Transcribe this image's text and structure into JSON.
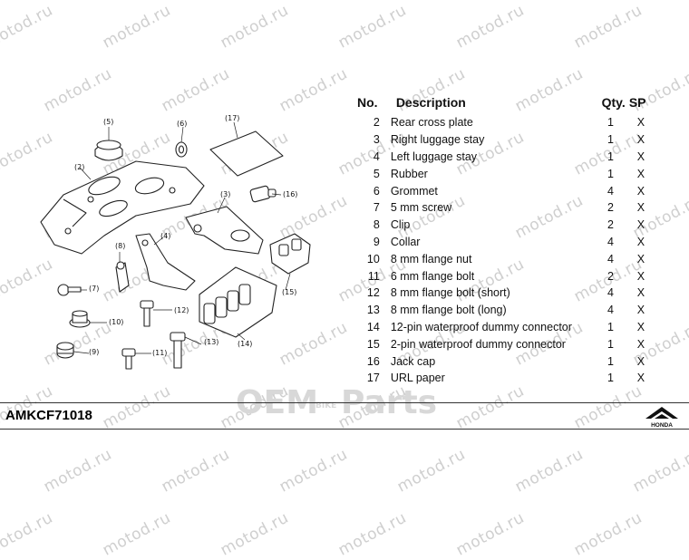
{
  "watermark_text": "motod.ru",
  "table": {
    "headers": {
      "no": "No.",
      "description": "Description",
      "qty": "Qty.",
      "sp": "SP"
    },
    "rows": [
      {
        "no": "2",
        "description": "Rear cross plate",
        "qty": "1",
        "sp": "X"
      },
      {
        "no": "3",
        "description": "Right luggage stay",
        "qty": "1",
        "sp": "X"
      },
      {
        "no": "4",
        "description": "Left luggage stay",
        "qty": "1",
        "sp": "X"
      },
      {
        "no": "5",
        "description": "Rubber",
        "qty": "1",
        "sp": "X"
      },
      {
        "no": "6",
        "description": "Grommet",
        "qty": "4",
        "sp": "X"
      },
      {
        "no": "7",
        "description": "5 mm screw",
        "qty": "2",
        "sp": "X"
      },
      {
        "no": "8",
        "description": "Clip",
        "qty": "2",
        "sp": "X"
      },
      {
        "no": "9",
        "description": "Collar",
        "qty": "4",
        "sp": "X"
      },
      {
        "no": "10",
        "description": "8 mm flange nut",
        "qty": "4",
        "sp": "X"
      },
      {
        "no": "11",
        "description": "6 mm flange bolt",
        "qty": "2",
        "sp": "X"
      },
      {
        "no": "12",
        "description": "8 mm flange bolt (short)",
        "qty": "4",
        "sp": "X"
      },
      {
        "no": "13",
        "description": "8 mm flange bolt (long)",
        "qty": "4",
        "sp": "X"
      },
      {
        "no": "14",
        "description": "12-pin waterproof  dummy connector",
        "qty": "1",
        "sp": "X"
      },
      {
        "no": "15",
        "description": "2-pin waterproof  dummy connector",
        "qty": "1",
        "sp": "X"
      },
      {
        "no": "16",
        "description": "Jack cap",
        "qty": "1",
        "sp": "X"
      },
      {
        "no": "17",
        "description": "URL paper",
        "qty": "1",
        "sp": "X"
      }
    ]
  },
  "callouts": {
    "c2": "(2)",
    "c3": "(3)",
    "c4": "(4)",
    "c5": "(5)",
    "c6": "(6)",
    "c7": "(7)",
    "c8": "(8)",
    "c9": "(9)",
    "c10": "(10)",
    "c11": "(11)",
    "c12": "(12)",
    "c13": "(13)",
    "c14": "(14)",
    "c15": "(15)",
    "c16": "(16)",
    "c17": "(17)"
  },
  "footer": {
    "kit_code": "AMKCF71018",
    "brand": "HONDA",
    "logo_left": "OEM",
    "logo_mid": "BIKE",
    "logo_right": "Parts"
  },
  "colors": {
    "line": "#222222",
    "watermark": "#cfcfcf",
    "logo": "#d8d8d8"
  }
}
